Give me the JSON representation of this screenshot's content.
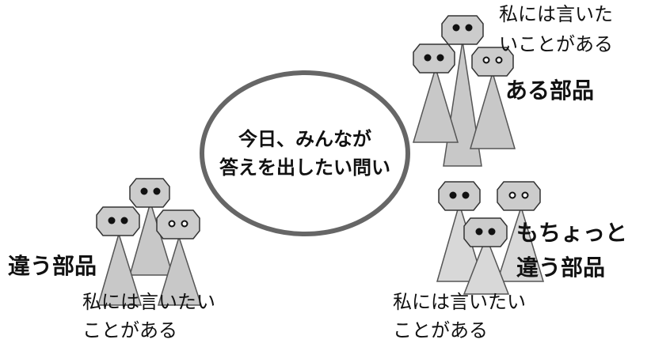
{
  "diagram": {
    "center": {
      "line1": "今日、みんなが",
      "line2": "答えを出したい問い"
    },
    "groups": {
      "top_right": {
        "label": "ある部品",
        "speech_line1": "私には言いた",
        "speech_line2": "いことがある"
      },
      "bottom_left": {
        "label": "違う部品",
        "speech_line1": "私には言いたい",
        "speech_line2": "ことがある"
      },
      "bottom_right": {
        "label_line1": "もちょっと",
        "label_line2": "違う部品",
        "speech_line1": "私には言いたい",
        "speech_line2": "ことがある"
      }
    }
  },
  "colors": {
    "figure_fill": "#c8c8c8",
    "figure_fill_light": "#d8d8d8",
    "figure_stroke": "#555555",
    "ellipse_stroke": "#666666",
    "text": "#111111"
  }
}
